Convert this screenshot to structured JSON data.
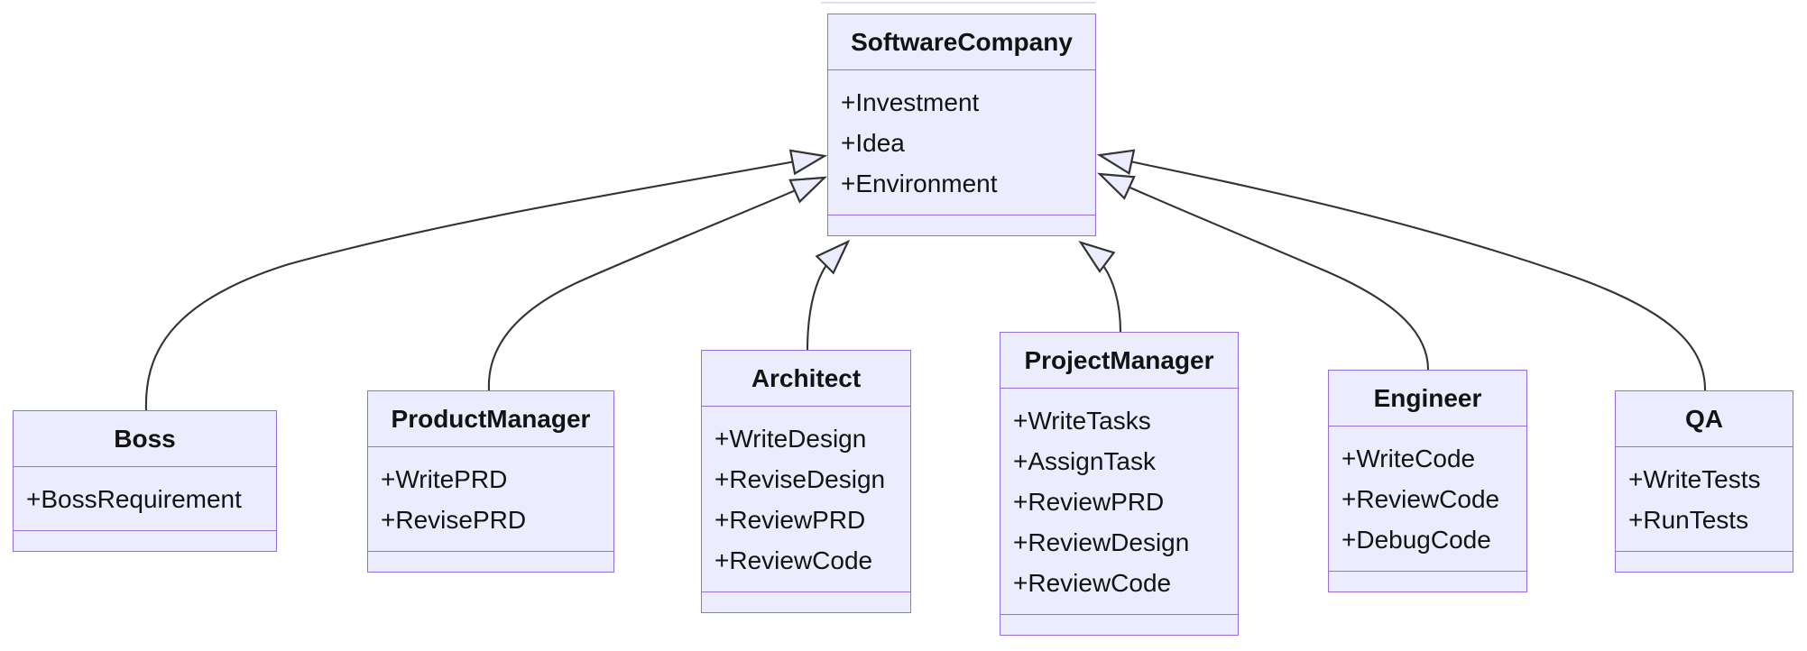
{
  "diagram": {
    "kind": "uml-class-diagram",
    "relation_type": "inheritance",
    "colors": {
      "node_fill": "#ECECFF",
      "node_border": "#9370DB",
      "edge_stroke": "#333333",
      "text": "#131313",
      "background": "#ffffff"
    }
  },
  "classes": [
    {
      "name": "SoftwareCompany",
      "attributes": [
        "+Investment",
        "+Idea",
        "+Environment"
      ]
    },
    {
      "name": "Boss",
      "attributes": [
        "+BossRequirement"
      ]
    },
    {
      "name": "ProductManager",
      "attributes": [
        "+WritePRD",
        "+RevisePRD"
      ]
    },
    {
      "name": "Architect",
      "attributes": [
        "+WriteDesign",
        "+ReviseDesign",
        "+ReviewPRD",
        "+ReviewCode"
      ]
    },
    {
      "name": "ProjectManager",
      "attributes": [
        "+WriteTasks",
        "+AssignTask",
        "+ReviewPRD",
        "+ReviewDesign",
        "+ReviewCode"
      ]
    },
    {
      "name": "Engineer",
      "attributes": [
        "+WriteCode",
        "+ReviewCode",
        "+DebugCode"
      ]
    },
    {
      "name": "QA",
      "attributes": [
        "+WriteTests",
        "+RunTests"
      ]
    }
  ],
  "relations": [
    {
      "from": "Boss",
      "to": "SoftwareCompany",
      "type": "inheritance"
    },
    {
      "from": "ProductManager",
      "to": "SoftwareCompany",
      "type": "inheritance"
    },
    {
      "from": "Architect",
      "to": "SoftwareCompany",
      "type": "inheritance"
    },
    {
      "from": "ProjectManager",
      "to": "SoftwareCompany",
      "type": "inheritance"
    },
    {
      "from": "Engineer",
      "to": "SoftwareCompany",
      "type": "inheritance"
    },
    {
      "from": "QA",
      "to": "SoftwareCompany",
      "type": "inheritance"
    }
  ]
}
